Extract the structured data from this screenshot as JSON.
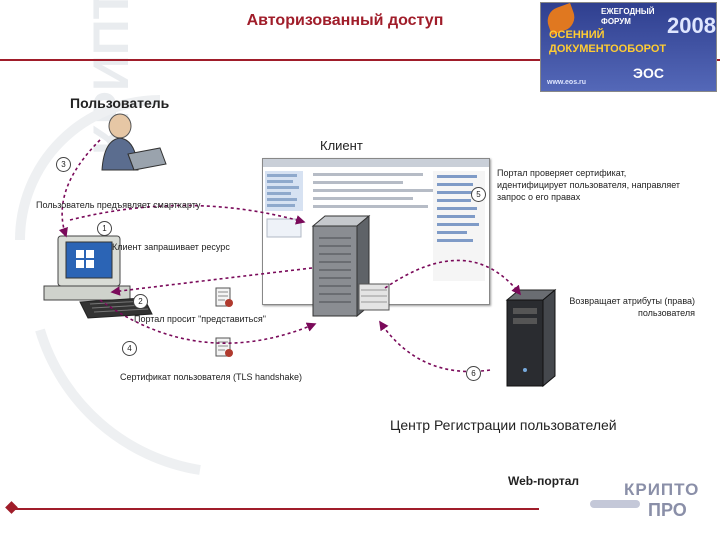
{
  "title": "Авторизованный доступ",
  "banner": {
    "line1": "ЕЖЕГОДНЫЙ ФОРУМ",
    "line2": "ОСЕННИЙ",
    "line3": "ДОКУМЕНТООБОРОТ",
    "year": "2008",
    "brand": "ЭОС",
    "url": "www.eos.ru"
  },
  "labels": {
    "user": "Пользователь",
    "client": "Клиент",
    "center": "Центр Регистрации пользователей",
    "web_portal": "Web-портал"
  },
  "steps": [
    {
      "num": "1",
      "text": "Клиент запрашивает ресурс"
    },
    {
      "num": "2",
      "text": "Портал просит \"представиться\""
    },
    {
      "num": "3",
      "text": "Пользователь предъявляет смарткарту"
    },
    {
      "num": "4",
      "text": "Сертификат пользователя (TLS handshake)"
    },
    {
      "num": "5",
      "text": "Портал проверяет сертификат, идентифицирует пользователя, направляет запрос о его правах"
    },
    {
      "num": "6",
      "text": "Возвращает атрибуты (права) пользователя"
    }
  ],
  "logo": {
    "line1": "КРИПТО",
    "line2": "ПРО"
  },
  "watermark": "КРИПТО",
  "colors": {
    "accent": "#a01d2a",
    "arrow": "#7a0a5a",
    "logo": "#8a8fa8"
  }
}
